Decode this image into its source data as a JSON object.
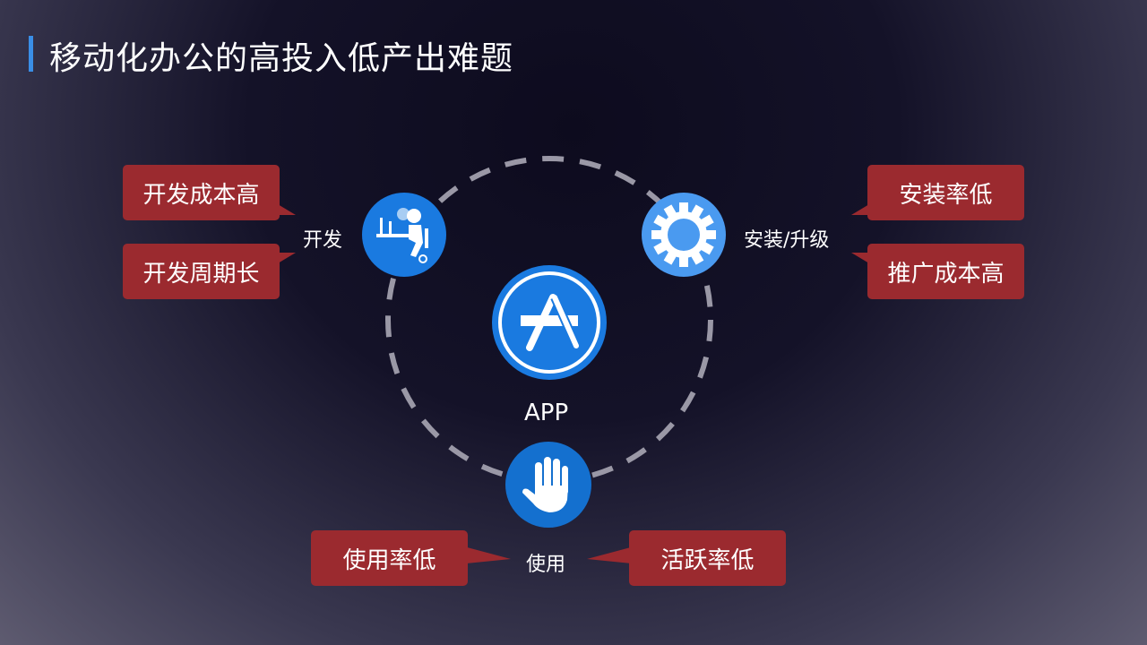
{
  "title": "移动化办公的高投入低产出难题",
  "center": {
    "label": "APP",
    "icon": "app-store-icon"
  },
  "nodes": {
    "develop": {
      "label": "开发",
      "icon": "developers-icon",
      "issues": [
        "开发成本高",
        "开发周期长"
      ]
    },
    "install": {
      "label": "安装/升级",
      "icon": "gear-icon",
      "issues": [
        "安装率低",
        "推广成本高"
      ]
    },
    "use": {
      "label": "使用",
      "icon": "hand-icon",
      "issues": [
        "使用率低",
        "活跃率低"
      ]
    }
  },
  "colors": {
    "accent": "#1a7ae0",
    "issue_box": "#9b2a2f",
    "title_bar": "#3a8ee6"
  }
}
